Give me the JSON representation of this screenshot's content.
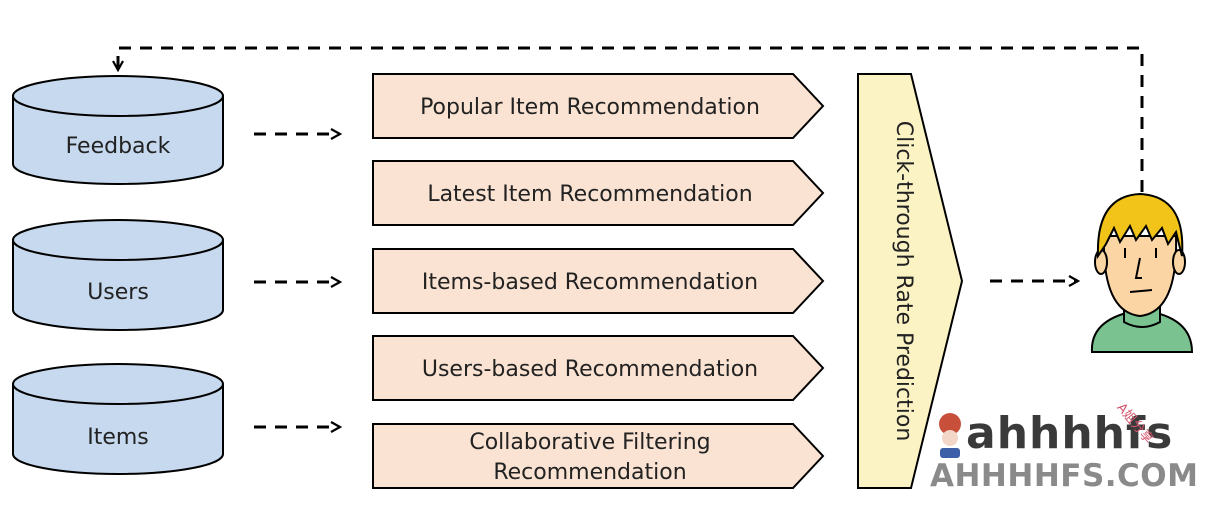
{
  "stores": [
    {
      "label": "Feedback"
    },
    {
      "label": "Users"
    },
    {
      "label": "Items"
    }
  ],
  "recommenders": [
    {
      "lines": [
        "Popular Item Recommendation"
      ]
    },
    {
      "lines": [
        "Latest Item Recommendation"
      ]
    },
    {
      "lines": [
        "Items-based Recommendation"
      ]
    },
    {
      "lines": [
        "Users-based Recommendation"
      ]
    },
    {
      "lines": [
        "Collaborative Filtering",
        "Recommendation"
      ]
    }
  ],
  "ranker": {
    "label": "Click-through Rate Prediction"
  },
  "user": {
    "icon": "user-icon"
  },
  "watermark": {
    "logo": "ahhhhfs",
    "tag": "A姐分享",
    "site": "AHHHHFS.COM"
  },
  "colors": {
    "store_fill": "#c6d9ee",
    "recommender_fill": "#fae3d2",
    "ranker_fill": "#fbf3c4",
    "stroke": "#000000"
  }
}
